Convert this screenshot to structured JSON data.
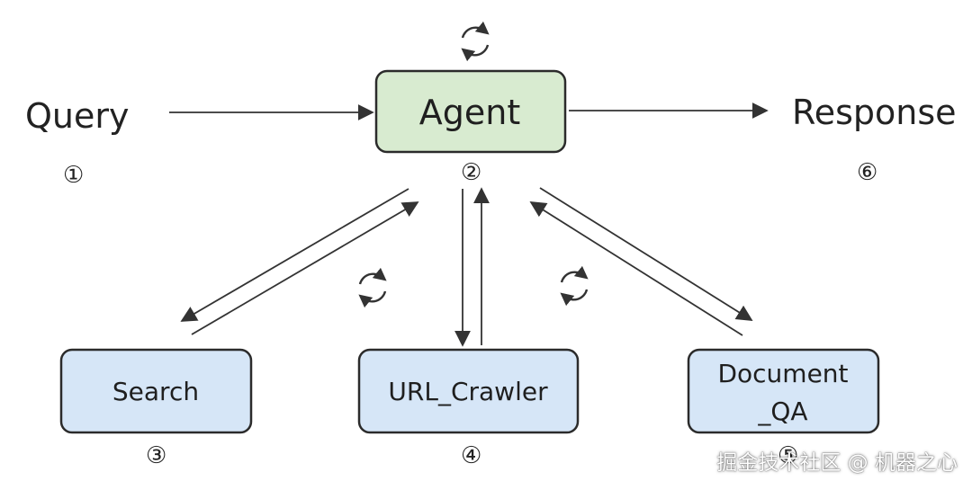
{
  "nodes": {
    "query": {
      "label": "Query",
      "step": "①"
    },
    "agent": {
      "label": "Agent",
      "step": "②"
    },
    "response": {
      "label": "Response",
      "step": "⑥"
    },
    "search": {
      "label": "Search",
      "step": "③"
    },
    "url_crawler": {
      "label": "URL_Crawler",
      "step": "④"
    },
    "document_qa": {
      "label_line1": "Document",
      "label_line2": "_QA",
      "step": "⑤"
    }
  },
  "colors": {
    "agent_fill": "#d8ebd0",
    "tool_fill": "#d6e6f7",
    "box_stroke": "#2b2b2b",
    "arrow": "#333333"
  },
  "icons": [
    "cycle-icon"
  ],
  "watermark": "掘金技术社区 @ 机器之心"
}
